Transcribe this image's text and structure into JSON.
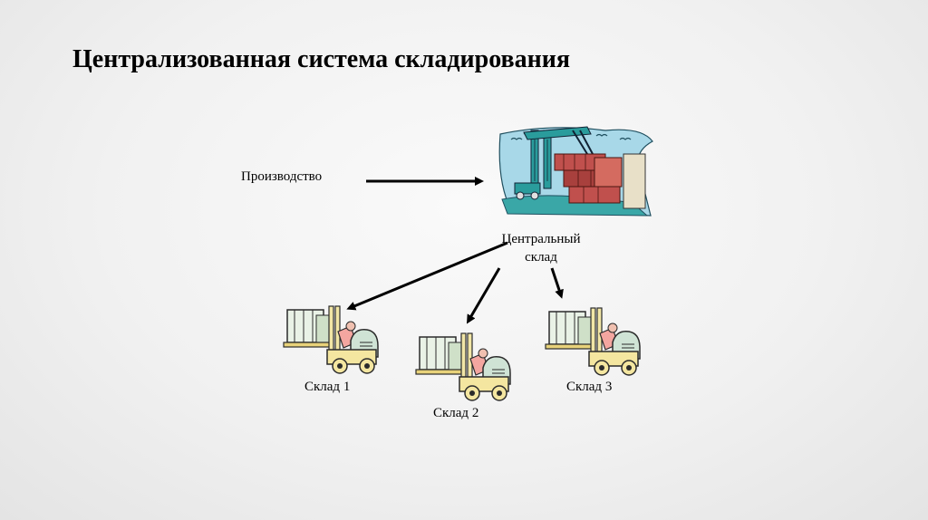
{
  "title": "Централизованная система складирования",
  "nodes": {
    "production": "Производство",
    "central_line1": "Центральный",
    "central_line2": "склад",
    "warehouse_1": "Склад 1",
    "warehouse_2": "Склад 2",
    "warehouse_3": "Склад 3"
  },
  "icons": {
    "central": "cargo-port-icon",
    "warehouse": "forklift-icon"
  },
  "colors": {
    "arrow": "#000000",
    "container_red": "#c0504d",
    "crane_teal": "#2a9c9c",
    "sky_blue": "#a8d8e8",
    "forklift_yellow": "#f4e6a0"
  }
}
